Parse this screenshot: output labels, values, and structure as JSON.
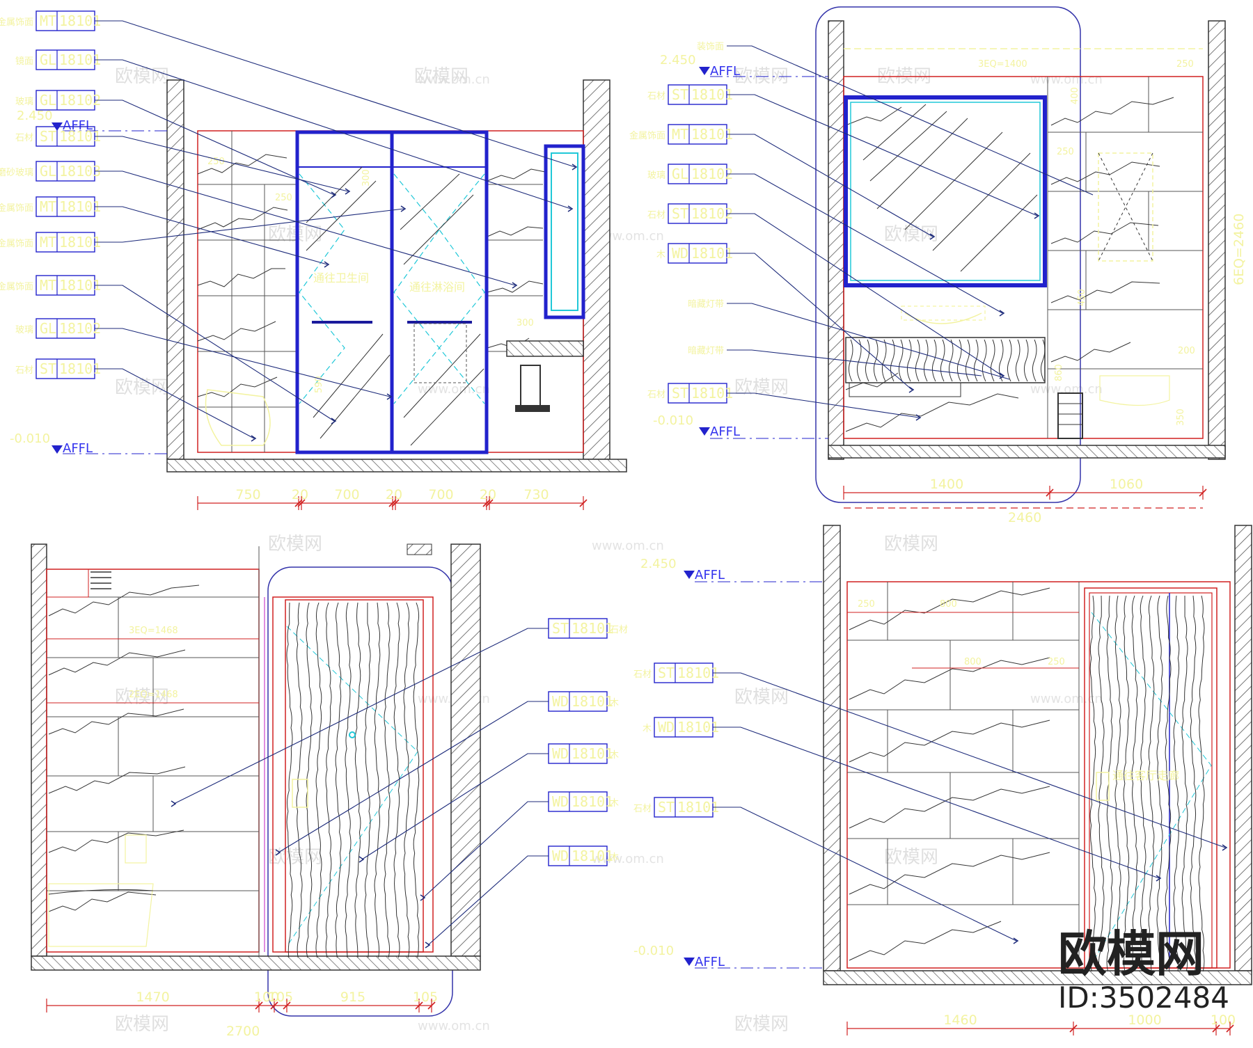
{
  "colors": {
    "wall": "#333333",
    "hatch": "#555555",
    "red": "#d02020",
    "blue": "#2222cc",
    "navy": "#1a1a9c",
    "cyan": "#20c8d8",
    "leader": "#1c2a7a",
    "yellow": "#f3f3a0",
    "marble": "#333333",
    "magenta": "#cc44cc"
  },
  "watermarks": {
    "brand_cn": "欧模网",
    "url": "www.om.cn",
    "logo": "欧模网",
    "id": "ID:3502484"
  },
  "view1": {
    "tags": [
      {
        "cn": "金属饰面",
        "code": "MT",
        "num": "18101"
      },
      {
        "cn": "镜面",
        "code": "GL",
        "num": "18101"
      },
      {
        "cn": "玻璃",
        "code": "GL",
        "num": "18102"
      },
      {
        "cn": "石材",
        "code": "ST",
        "num": "18101"
      },
      {
        "cn": "磨砂玻璃",
        "code": "GL",
        "num": "18103"
      },
      {
        "cn": "金属饰面",
        "code": "MT",
        "num": "18101"
      },
      {
        "cn": "金属饰面",
        "code": "MT",
        "num": "18101"
      },
      {
        "cn": "金属饰面",
        "code": "MT",
        "num": "18101"
      },
      {
        "cn": "玻璃",
        "code": "GL",
        "num": "18102"
      },
      {
        "cn": "石材",
        "code": "ST",
        "num": "18101"
      }
    ],
    "level_top": "2.450",
    "level_bot": "-0.010",
    "affl": "AFFL",
    "dims": [
      "750",
      "20",
      "700",
      "20",
      "700",
      "20",
      "730"
    ],
    "inner_dims": [
      "250",
      "250",
      "300",
      "300",
      "590"
    ],
    "notes": [
      "通往卫生间",
      "通往淋浴间"
    ]
  },
  "view2": {
    "tags": [
      {
        "cn": "装饰面",
        "code": "",
        "num": ""
      },
      {
        "cn": "石材",
        "code": "ST",
        "num": "18101"
      },
      {
        "cn": "金属饰面",
        "code": "MT",
        "num": "18101"
      },
      {
        "cn": "玻璃",
        "code": "GL",
        "num": "18102"
      },
      {
        "cn": "石材",
        "code": "ST",
        "num": "18102"
      },
      {
        "cn": "木",
        "code": "WD",
        "num": "18101"
      },
      {
        "cn": "暗藏灯带",
        "code": "",
        "num": ""
      },
      {
        "cn": "暗藏灯带",
        "code": "",
        "num": ""
      },
      {
        "cn": "石材",
        "code": "ST",
        "num": "18101"
      }
    ],
    "level_top": "2.450",
    "level_bot": "-0.010",
    "affl": "AFFL",
    "top_dim": "3EQ=1400",
    "dims": [
      "1400",
      "1060"
    ],
    "total": "2460",
    "side_dim": "6EQ=2460",
    "inner_dims": [
      "250",
      "250",
      "400",
      "450",
      "200",
      "860",
      "350"
    ]
  },
  "view3": {
    "tags": [
      {
        "cn": "石材",
        "code": "ST",
        "num": "18101"
      },
      {
        "cn": "木",
        "code": "WD",
        "num": "18101"
      },
      {
        "cn": "木",
        "code": "WD",
        "num": "18101"
      },
      {
        "cn": "木",
        "code": "WD",
        "num": "18101"
      },
      {
        "cn": "木",
        "code": "WD",
        "num": "18101"
      }
    ],
    "dims": [
      "1470",
      "100",
      "105",
      "915",
      "105"
    ],
    "total": "2700",
    "inner_dims": [
      "3EQ=1468",
      "2EQ=1468"
    ]
  },
  "view4": {
    "tags": [
      {
        "cn": "石材",
        "code": "ST",
        "num": "18101"
      },
      {
        "cn": "木",
        "code": "WD",
        "num": "18101"
      },
      {
        "cn": "石材",
        "code": "ST",
        "num": "18101"
      }
    ],
    "level_top": "2.450",
    "level_bot": "-0.010",
    "affl": "AFFL",
    "dims": [
      "1460",
      "1000",
      "100"
    ],
    "inner_dims": [
      "250",
      "800",
      "800",
      "250"
    ],
    "notes": [
      "通往客厅走廊"
    ]
  }
}
